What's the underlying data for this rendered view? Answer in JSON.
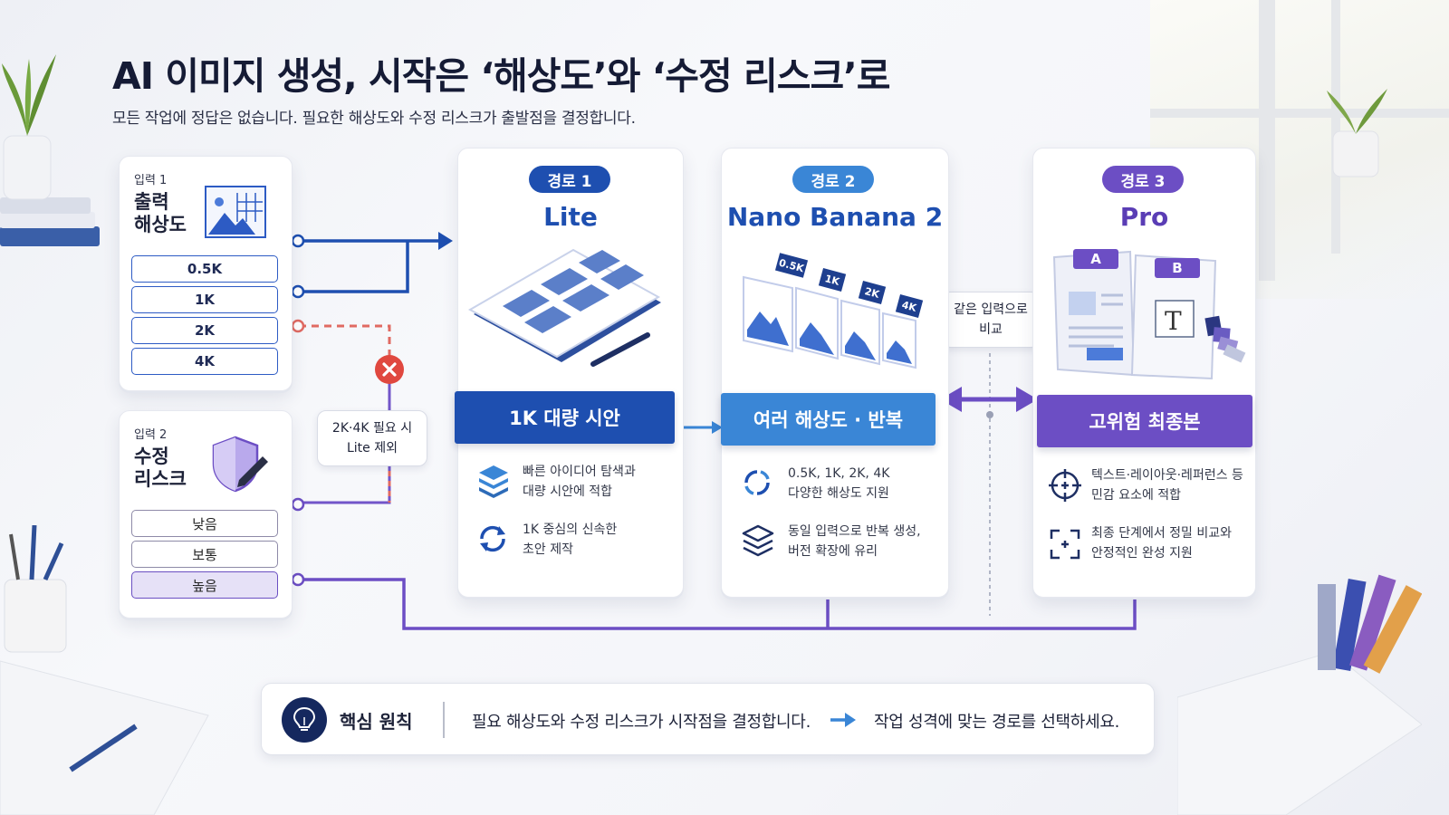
{
  "title": "AI 이미지 생성, 시작은 ‘해상도’와 ‘수정 리스크’로",
  "subtitle": "모든 작업에 정답은 없습니다. 필요한 해상도와 수정 리스크가 출발점을 결정합니다.",
  "inputs": [
    {
      "small_label": "입력 1",
      "big_label": "출력\n해상도",
      "icon": "image-grid-icon",
      "options": [
        "0.5K",
        "1K",
        "2K",
        "4K"
      ]
    },
    {
      "small_label": "입력 2",
      "big_label": "수정\n리스크",
      "icon": "shield-pen-icon",
      "options": [
        "낮음",
        "보통",
        "높음"
      ],
      "selected": "높음"
    }
  ],
  "exclusion_note": "2K·4K 필요 시\nLite 제외",
  "compare_note": "같은 입력으로\n비교",
  "routes": [
    {
      "badge": "경로 1",
      "name": "Lite",
      "color": "#1e4fb0",
      "band": "1K 대량 시안",
      "features": [
        {
          "icon": "layers-stack-icon",
          "text": "빠른 아이디어 탐색과\n대량 시안에 적합"
        },
        {
          "icon": "refresh-icon",
          "text": "1K 중심의 신속한\n초안 제작"
        }
      ]
    },
    {
      "badge": "경로 2",
      "name": "Nano Banana 2",
      "color": "#3a86d6",
      "band": "여러 해상도 · 반복",
      "resolution_tags": [
        "0.5K",
        "1K",
        "2K",
        "4K"
      ],
      "features": [
        {
          "icon": "cycle-icon",
          "text": "0.5K, 1K, 2K, 4K\n다양한 해상도 지원"
        },
        {
          "icon": "layers-icon",
          "text": "동일 입력으로 반복 생성,\n버전 확장에 유리"
        }
      ]
    },
    {
      "badge": "경로 3",
      "name": "Pro",
      "color": "#6c4ec4",
      "band": "고위험 최종본",
      "compare_tags": [
        "A",
        "B"
      ],
      "features": [
        {
          "icon": "crosshair-icon",
          "text": "텍스트·레이아웃·레퍼런스 등\n민감 요소에 적합"
        },
        {
          "icon": "focus-frame-icon",
          "text": "최종 단계에서 정밀 비교와\n안정적인 완성 지원"
        }
      ]
    }
  ],
  "principle": {
    "icon": "lightbulb-icon",
    "title": "핵심 원칙",
    "text": "필요 해상도와 수정 리스크가 시작점을 결정합니다.",
    "arrow": "arrow-right-icon",
    "text2": "작업 성격에 맞는 경로를 선택하세요."
  },
  "colors": {
    "navy": "#1e4fb0",
    "blue": "#3a86d6",
    "purple": "#6c4ec4",
    "red": "#e0483f",
    "dark_navy": "#15285e"
  }
}
